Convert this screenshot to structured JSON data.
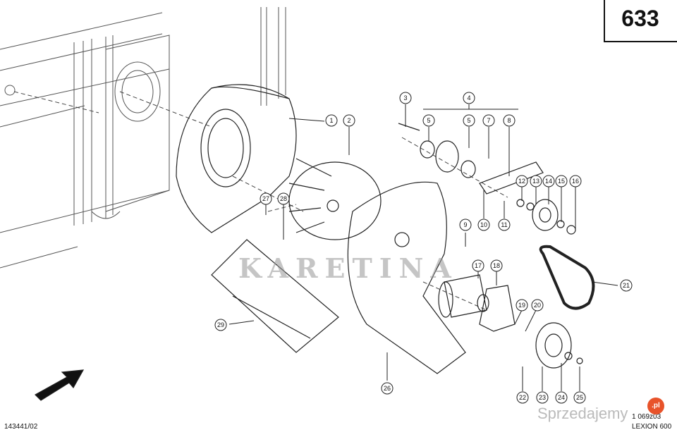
{
  "page_number": "633",
  "footer": {
    "left_code": "143441/02",
    "drawing_code": "1 069z03",
    "model": "LEXION 600"
  },
  "watermark": "KARETINA",
  "brand": {
    "text": "Sprzedajemy",
    "badge": ".pl",
    "badge_color": "#e8532a"
  },
  "callouts": [
    "1",
    "2",
    "3",
    "4",
    "5",
    "5",
    "7",
    "8",
    "10",
    "11",
    "12",
    "13",
    "14",
    "15",
    "16",
    "17",
    "18",
    "19",
    "20",
    "21",
    "22",
    "23",
    "24",
    "25",
    "26",
    "27",
    "28",
    "29",
    "9"
  ]
}
